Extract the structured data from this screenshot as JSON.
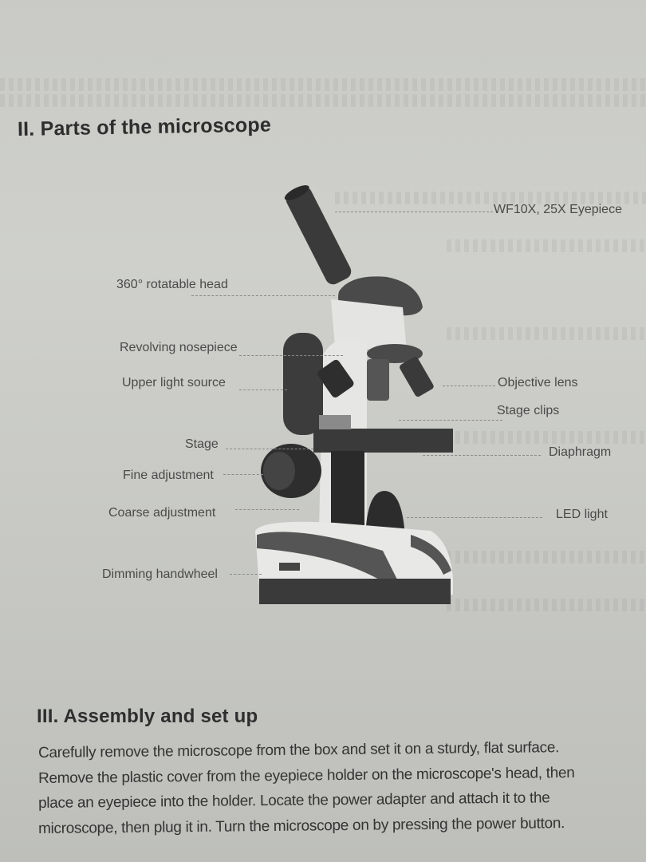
{
  "section_parts": {
    "heading": "II. Parts of the microscope",
    "labels": {
      "eyepiece": "WF10X, 25X Eyepiece",
      "head": "360° rotatable head",
      "nosepiece": "Revolving nosepiece",
      "upper_light": "Upper light source",
      "objective": "Objective lens",
      "stage_clips": "Stage clips",
      "stage": "Stage",
      "diaphragm": "Diaphragm",
      "fine": "Fine adjustment",
      "coarse": "Coarse adjustment",
      "led": "LED light",
      "dimming": "Dimming handwheel"
    }
  },
  "section_assembly": {
    "heading": "III. Assembly and set up",
    "lines": [
      "Carefully remove the microscope from the box and set it on a sturdy, flat surface.",
      "Remove the plastic cover from the eyepiece holder on the microscope's head, then",
      "place an eyepiece into the holder. Locate the power adapter and attach it to the",
      "microscope, then plug it in. Turn the microscope on by pressing the power button."
    ]
  }
}
